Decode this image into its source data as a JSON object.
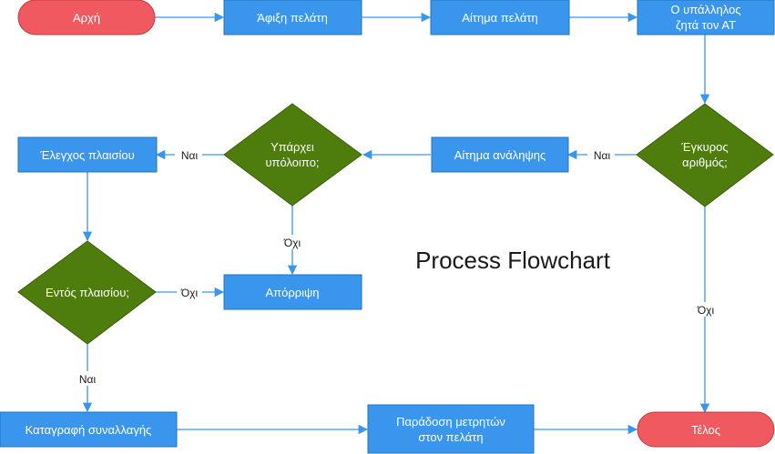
{
  "title": "Process Flowchart",
  "colors": {
    "terminal": "#f0595f",
    "process": "#3a96ec",
    "decision": "#4e7d0e",
    "connector": "#3a96ec",
    "label": "#1a1a1a"
  },
  "nodes": {
    "start": "Αρχή",
    "customer_arrival": "Άφιξη πελάτη",
    "customer_request": "Αίτημα πελάτη",
    "employee_asks_line1": "Ο υπάλληλος",
    "employee_asks_line2": "ζητά τον ΑΤ",
    "valid_number_line1": "Έγκυρος",
    "valid_number_line2": "αριθμός;",
    "withdrawal_request": "Αίτημα ανάληψης",
    "balance_exists_line1": "Υπάρχει",
    "balance_exists_line2": "υπόλοιπο;",
    "limit_check": "Έλεγχος πλαισίου",
    "within_limit": "Εντός πλαισίου;",
    "rejection": "Απόρριψη",
    "record_transaction": "Καταγραφή συναλλαγής",
    "cash_delivery_line1": "Παράδοση μετρητών",
    "cash_delivery_line2": "στον πελάτη",
    "end": "Τέλος"
  },
  "edge_labels": {
    "valid_yes": "Ναι",
    "valid_no": "Όχι",
    "balance_yes": "Ναι",
    "balance_no": "Όχι",
    "limit_no": "Όχι",
    "limit_yes": "Ναι"
  }
}
